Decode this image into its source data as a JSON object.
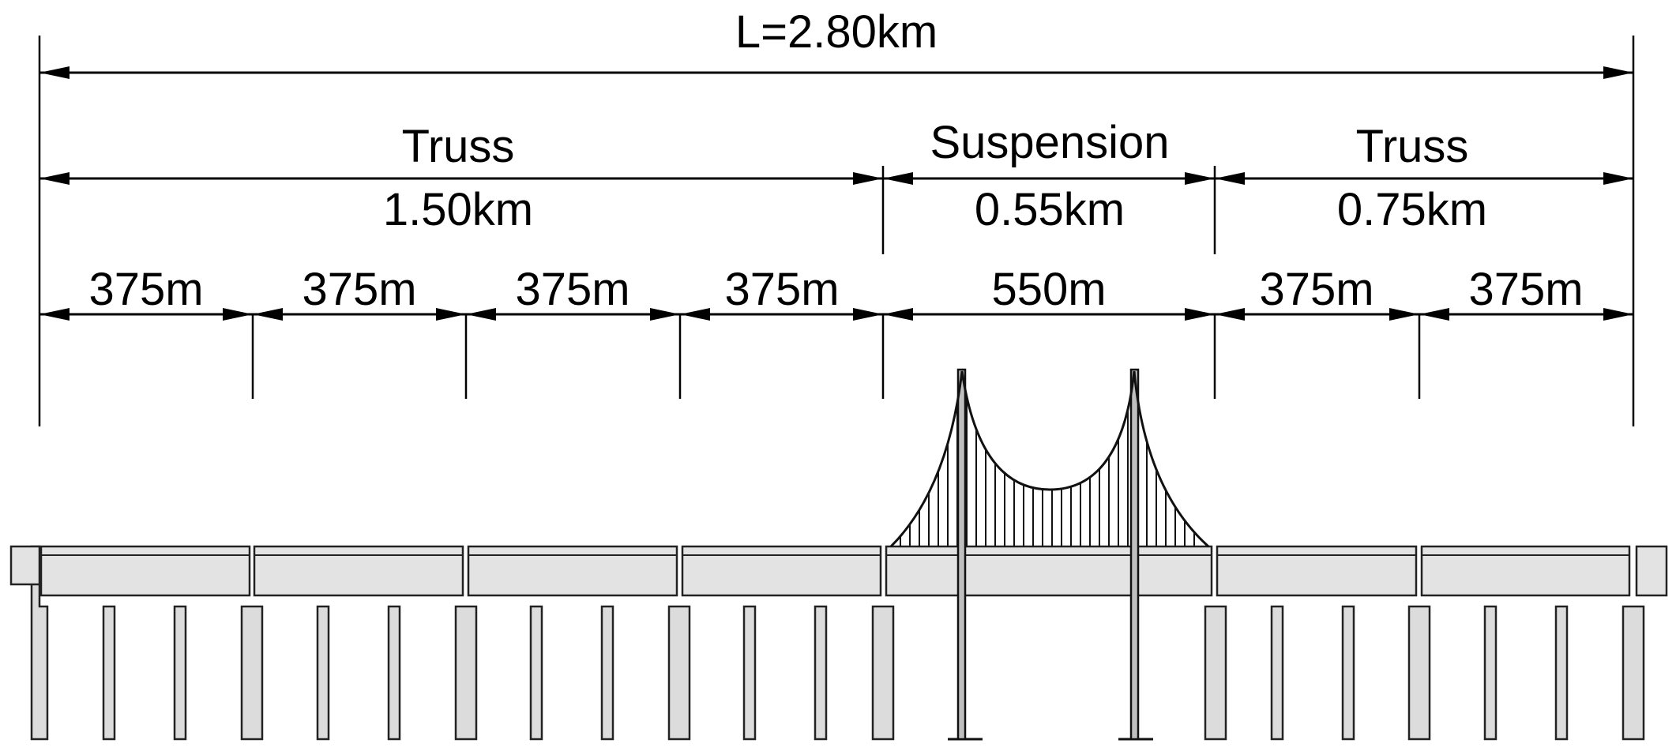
{
  "total_length_label": "L=2.80km",
  "sections": [
    {
      "name": "Truss",
      "length": "1.50km"
    },
    {
      "name": "Suspension",
      "length": "0.55km"
    },
    {
      "name": "Truss",
      "length": "0.75km"
    }
  ],
  "spans": [
    "375m",
    "375m",
    "375m",
    "375m",
    "550m",
    "375m",
    "375m"
  ]
}
